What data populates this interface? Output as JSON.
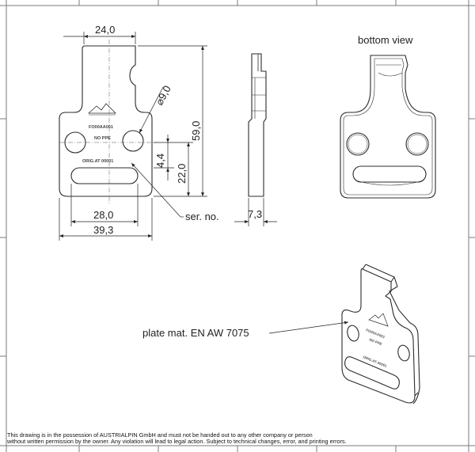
{
  "views": {
    "bottom_view_label": "bottom view",
    "ser_no_label": "ser. no.",
    "plate_material_label": "plate mat. EN AW 7075"
  },
  "dimensions": {
    "top_width": "24,0",
    "hole_diameter": "9,0",
    "height": "59,0",
    "hole_offset": "4,4",
    "slot_height": "22,0",
    "slot_width": "28,0",
    "overall_width": "39,3",
    "thickness": "7,3"
  },
  "engraving": {
    "part_code": "FO00AA001",
    "no_ppe": "NO PPE",
    "serial": "ORIG.AT 00001",
    "iso_part_code": "FO00AA001",
    "iso_no_ppe": "NO PPE",
    "iso_serial": "ORIG.AT 00001"
  },
  "disclaimer": {
    "line1": "This drawing is in the possession of AUSTRIALPIN GmbH and must not be handed out to any other company or person",
    "line2": "without written permission by the owner. Any violation will lead to legal action. Subject to technical changes, error, and printing errors."
  },
  "colors": {
    "line": "#2b2b2b",
    "frame": "#7a7a7a",
    "background": "#ffffff"
  }
}
